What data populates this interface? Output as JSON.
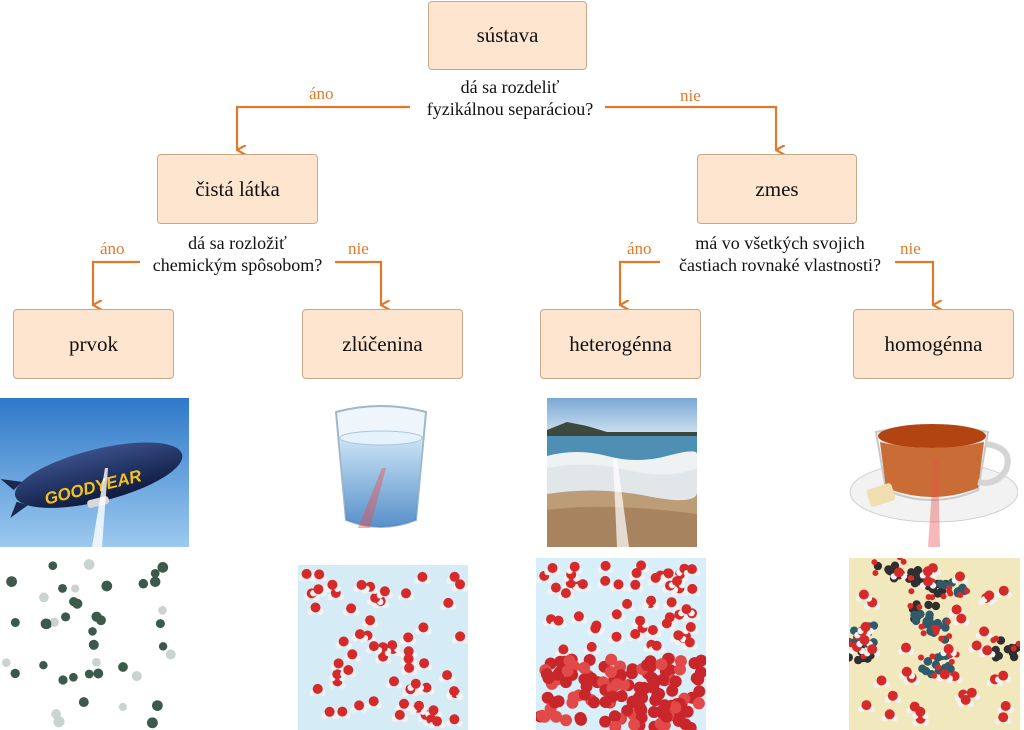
{
  "nodes": {
    "root": "sústava",
    "pure": "čistá látka",
    "mixture": "zmes",
    "element": "prvok",
    "compound": "zlúčenina",
    "heterogeneous": "heterogénna",
    "homogeneous": "homogénna"
  },
  "questions": {
    "physical": [
      "dá sa rozdeliť",
      "fyzikálnou separáciou?"
    ],
    "chemical": [
      "dá sa rozložiť",
      "chemickým spôsobom?"
    ],
    "uniform": [
      "má vo všetkých svojich",
      "častiach rovnaké vlastnosti?"
    ]
  },
  "branch_labels": {
    "yes": "áno",
    "no": "nie"
  },
  "photos": {
    "blimp_text": "GOODYEAR"
  },
  "colors": {
    "box_fill": "#fde5cf",
    "box_border": "#c9a888",
    "arrow": "#e07a2a"
  }
}
